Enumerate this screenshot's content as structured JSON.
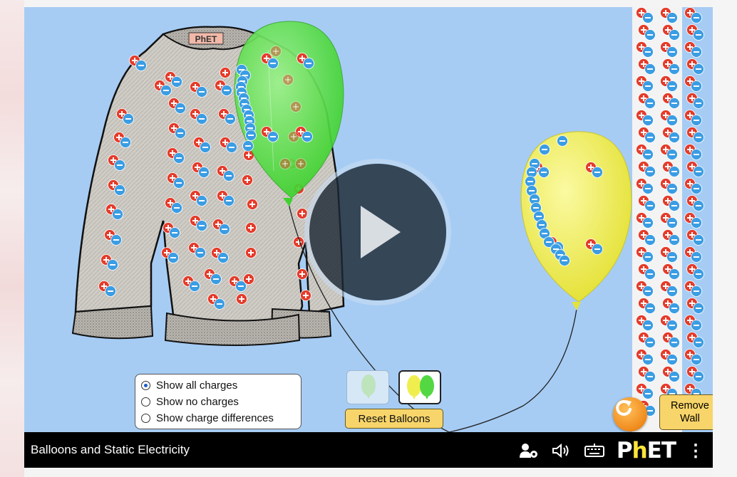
{
  "sim": {
    "title": "Balloons and Static Electricity",
    "sweater_label": "PhET"
  },
  "charge_options": {
    "items": [
      {
        "label": "Show all charges",
        "selected": true
      },
      {
        "label": "Show no charges",
        "selected": false
      },
      {
        "label": "Show charge differences",
        "selected": false
      }
    ]
  },
  "buttons": {
    "reset_balloons": "Reset Balloons",
    "remove_wall_line1": "Remove",
    "remove_wall_line2": "Wall"
  },
  "navbar": {
    "logo_p": "P",
    "logo_h": "h",
    "logo_et": "ET",
    "icons": [
      "preferences-icon",
      "sound-icon",
      "keyboard-icon"
    ]
  },
  "colors": {
    "background": "#a6ccf4",
    "balloon_green": "#5ee04f",
    "balloon_yellow": "#f3f15b",
    "positive": "#e53b2a",
    "negative": "#3b9de3",
    "button": "#f8d56a"
  }
}
